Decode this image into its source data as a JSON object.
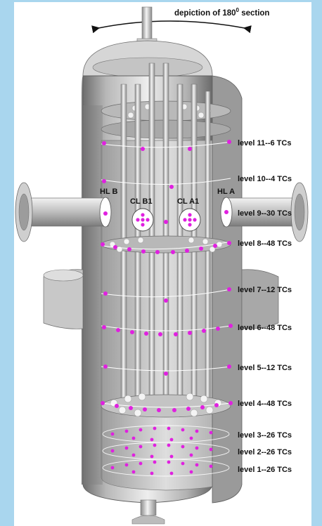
{
  "title": {
    "text": "depiction of 180",
    "superscript": "0",
    "suffix": " section"
  },
  "nozzles": {
    "hl_b": "HL B",
    "hl_a": "HL A",
    "cl_b1": "CL B1",
    "cl_a1": "CL A1"
  },
  "levels": [
    "level 11--6 TCs",
    "level 10--4 TCs",
    "level 9--30 TCs",
    "level 8--48 TCs",
    "level 7--12 TCs",
    "level 6--48 TCs",
    "level 5--12 TCs",
    "level 4--48 TCs",
    "level 3--26 TCs",
    "level 2--26 TCs",
    "level 1--26 TCs"
  ],
  "colors": {
    "background_frame": "#a9d6ee",
    "tc_marker": "#e020e0",
    "vessel_gray": "#9a9a9a"
  }
}
